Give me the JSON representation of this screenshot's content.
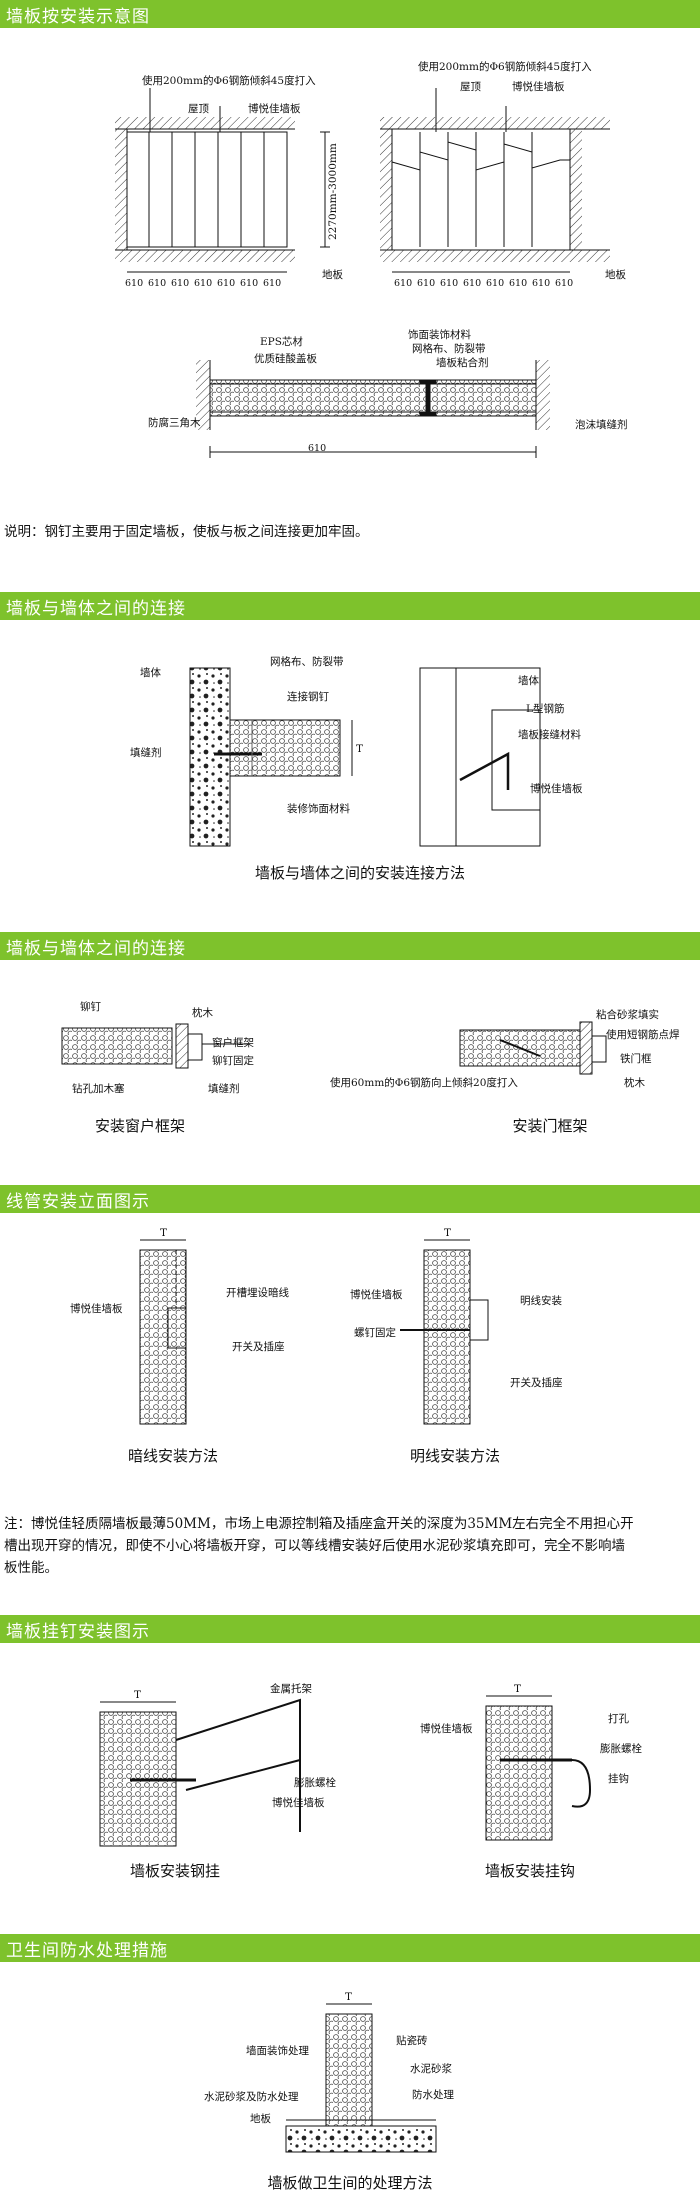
{
  "sections": [
    {
      "title": "墙板按安装示意图"
    },
    {
      "title": "墙板与墙体之间的连接"
    },
    {
      "title": "墙板与墙体之间的连接"
    },
    {
      "title": "线管安装立面图示"
    },
    {
      "title": "墙板挂钉安装图示"
    },
    {
      "title": "卫生间防水处理措施"
    }
  ],
  "fig1": {
    "left": {
      "nail": "使用200mm的Φ6钢筋倾斜45度打入",
      "roof": "屋顶",
      "board": "博悦佳墙板",
      "height": "2270mm-3000mm",
      "floor": "地板",
      "widths": [
        "610",
        "610",
        "610",
        "610",
        "610",
        "610",
        "610"
      ]
    },
    "right": {
      "nail": "使用200mm的Φ6钢筋倾斜45度打入",
      "roof": "屋顶",
      "board": "博悦佳墙板",
      "floor": "地板",
      "widths": [
        "610",
        "610",
        "610",
        "610",
        "610",
        "610",
        "610",
        "610"
      ]
    },
    "section": {
      "eps": "EPS芯材",
      "cal": "优质硅酸盖板",
      "deco": "饰面装饰材料",
      "mesh": "网格布、防裂带",
      "glue": "墙板粘合剂",
      "tri": "防腐三角木",
      "foam": "泡沫填缝剂",
      "width": "610"
    }
  },
  "note1": "说明：钢钉主要用于固定墙板，使板与板之间连接更加牢固。",
  "fig2": {
    "wall_l": "墙体",
    "mesh": "网格布、防裂带",
    "nail": "连接钢钉",
    "filler": "填缝剂",
    "deco": "装修饰面材料",
    "T": "T",
    "wall_r": "墙体",
    "rebar": "L型钢筋",
    "seam": "墙板接缝材料",
    "board": "博悦佳墙板",
    "caption": "墙板与墙体之间的安装连接方法"
  },
  "fig3": {
    "rivet": "铆钉",
    "frame_wood": "枕木",
    "window_frame": "窗户框架",
    "rivet_fix": "铆钉固定",
    "drill": "钻孔加木塞",
    "filler": "填缝剂",
    "caption_l": "安装窗户框架",
    "mortar": "粘合砂浆填实",
    "short_bar": "使用短钢筋点焊",
    "iron_frame": "铁门框",
    "wood_r": "枕木",
    "rebar60": "使用60mm的Φ6钢筋向上倾斜20度打入",
    "caption_r": "安装门框架"
  },
  "fig4": {
    "T": "T",
    "board_l": "博悦佳墙板",
    "groove": "开槽埋设暗线",
    "switch_l": "开关及插座",
    "caption_l": "暗线安装方法",
    "board_r": "博悦佳墙板",
    "screw": "螺钉固定",
    "exposed": "明线安装",
    "switch_r": "开关及插座",
    "caption_r": "明线安装方法"
  },
  "note2": "注：博悦佳轻质隔墙板最薄50MM，市场上电源控制箱及插座盒开关的深度为35MM左右完全不用担心开槽出现开穿的情况，即使不小心将墙板开穿，可以等线槽安装好后使用水泥砂浆填充即可，完全不影响墙板性能。",
  "fig5": {
    "T": "T",
    "bracket": "金属托架",
    "bolt_l": "膨胀螺栓",
    "board_l": "博悦佳墙板",
    "caption_l": "墙板安装钢挂",
    "board_r": "博悦佳墙板",
    "hole": "打孔",
    "bolt_r": "膨胀螺栓",
    "hook": "挂钩",
    "caption_r": "墙板安装挂钩"
  },
  "fig6": {
    "T": "T",
    "deco": "墙面装饰处理",
    "mortar_wp": "水泥砂浆及防水处理",
    "floor": "地板",
    "tile": "贴瓷砖",
    "mortar": "水泥砂浆",
    "wp": "防水处理",
    "caption": "墙板做卫生间的处理方法"
  }
}
